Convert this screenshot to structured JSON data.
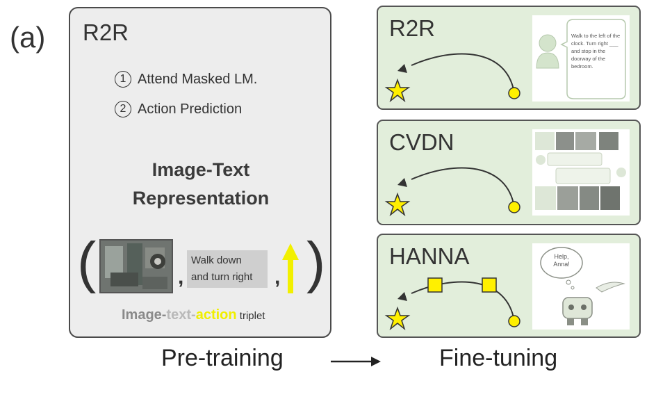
{
  "figure": {
    "panel_label": "(a)",
    "colors": {
      "pretrain_bg": "#ededed",
      "card_bg": "#e2eedb",
      "marker_yellow": "#fff000",
      "panel_border": "#4a4a4a"
    }
  },
  "pretraining": {
    "title": "R2R",
    "tasks": [
      {
        "number": "1",
        "label": "Attend Masked LM."
      },
      {
        "number": "2",
        "label": "Action Prediction"
      }
    ],
    "representation_heading_line1": "Image-Text",
    "representation_heading_line2": "Representation",
    "triplet": {
      "open_paren": "(",
      "close_paren": ")",
      "separator": ",",
      "instruction_line1": "Walk  down",
      "instruction_line2": "and  turn right",
      "label_image": "Image-",
      "label_text": "text-",
      "label_action": "action",
      "label_triplet": " triplet"
    }
  },
  "finetuning": {
    "cards": [
      {
        "title": "R2R",
        "thumb_caption": "Walk to the left of the clock. Turn right ___ and stop in the doorway of the bedroom."
      },
      {
        "title": "CVDN"
      },
      {
        "title": "HANNA",
        "thumb_caption": "Help, Anna!"
      }
    ]
  },
  "bottom": {
    "pretraining_label": "Pre-training",
    "finetuning_label": "Fine-tuning"
  }
}
